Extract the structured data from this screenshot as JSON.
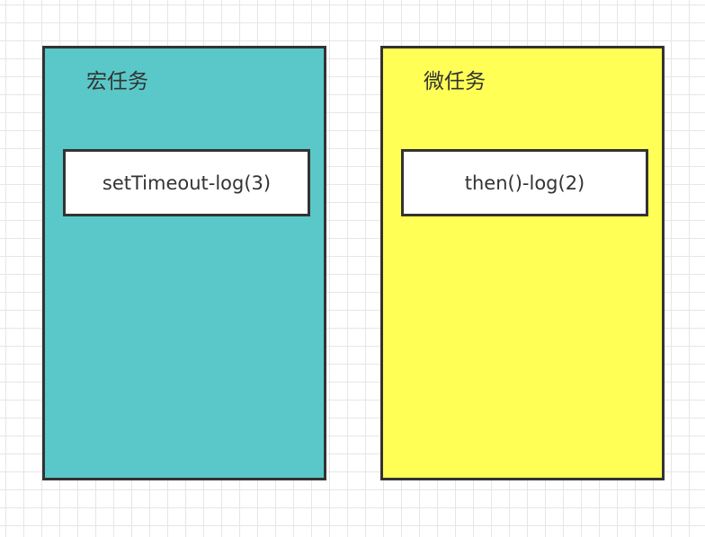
{
  "macro_queue": {
    "title": "宏任务",
    "color": "#5ac8c8",
    "tasks": [
      {
        "label": "setTimeout-log(3)"
      }
    ]
  },
  "micro_queue": {
    "title": "微任务",
    "color": "#ffff55",
    "tasks": [
      {
        "label": "then()-log(2)"
      }
    ]
  }
}
